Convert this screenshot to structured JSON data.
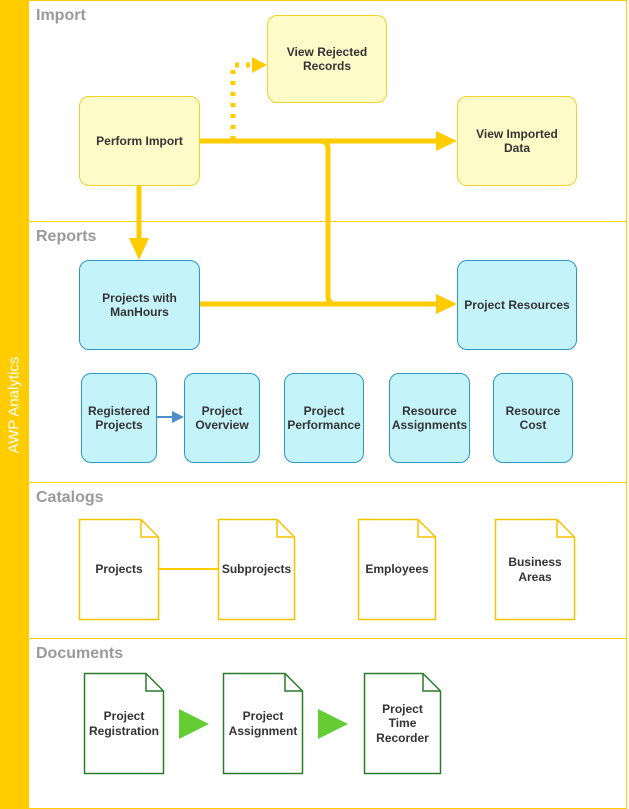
{
  "sidebar": {
    "title": "AWP Analytics"
  },
  "lanes": {
    "import": "Import",
    "reports": "Reports",
    "catalogs": "Catalogs",
    "documents": "Documents"
  },
  "nodes": {
    "perform_import": "Perform Import",
    "view_rejected_records": "View Rejected Records",
    "view_imported_data": "View Imported Data",
    "projects_with_manhours": "Projects with ManHours",
    "project_resources": "Project Resources",
    "registered_projects": "Registered Projects",
    "project_overview": "Project Overview",
    "project_performance": "Project Performance",
    "resource_assignments": "Resource Assignments",
    "resource_cost": "Resource Cost",
    "catalog_projects": "Projects",
    "catalog_subprojects": "Subprojects",
    "catalog_employees": "Employees",
    "catalog_business_areas": "Business Areas",
    "doc_project_registration": "Project Registration",
    "doc_project_assignment": "Project Assignment",
    "doc_project_time_recorder": "Project Time Recorder"
  },
  "colors": {
    "accent_yellow": "#ffcc00",
    "import_fill": "#fffbc8",
    "report_fill": "#c4f4fa",
    "report_border": "#2b97c7",
    "catalog_border": "#f5c400",
    "document_border": "#2a7a2a",
    "document_arrow": "#66cc33",
    "link_blue": "#4f8fc9",
    "lane_title": "#9a9a9a"
  }
}
